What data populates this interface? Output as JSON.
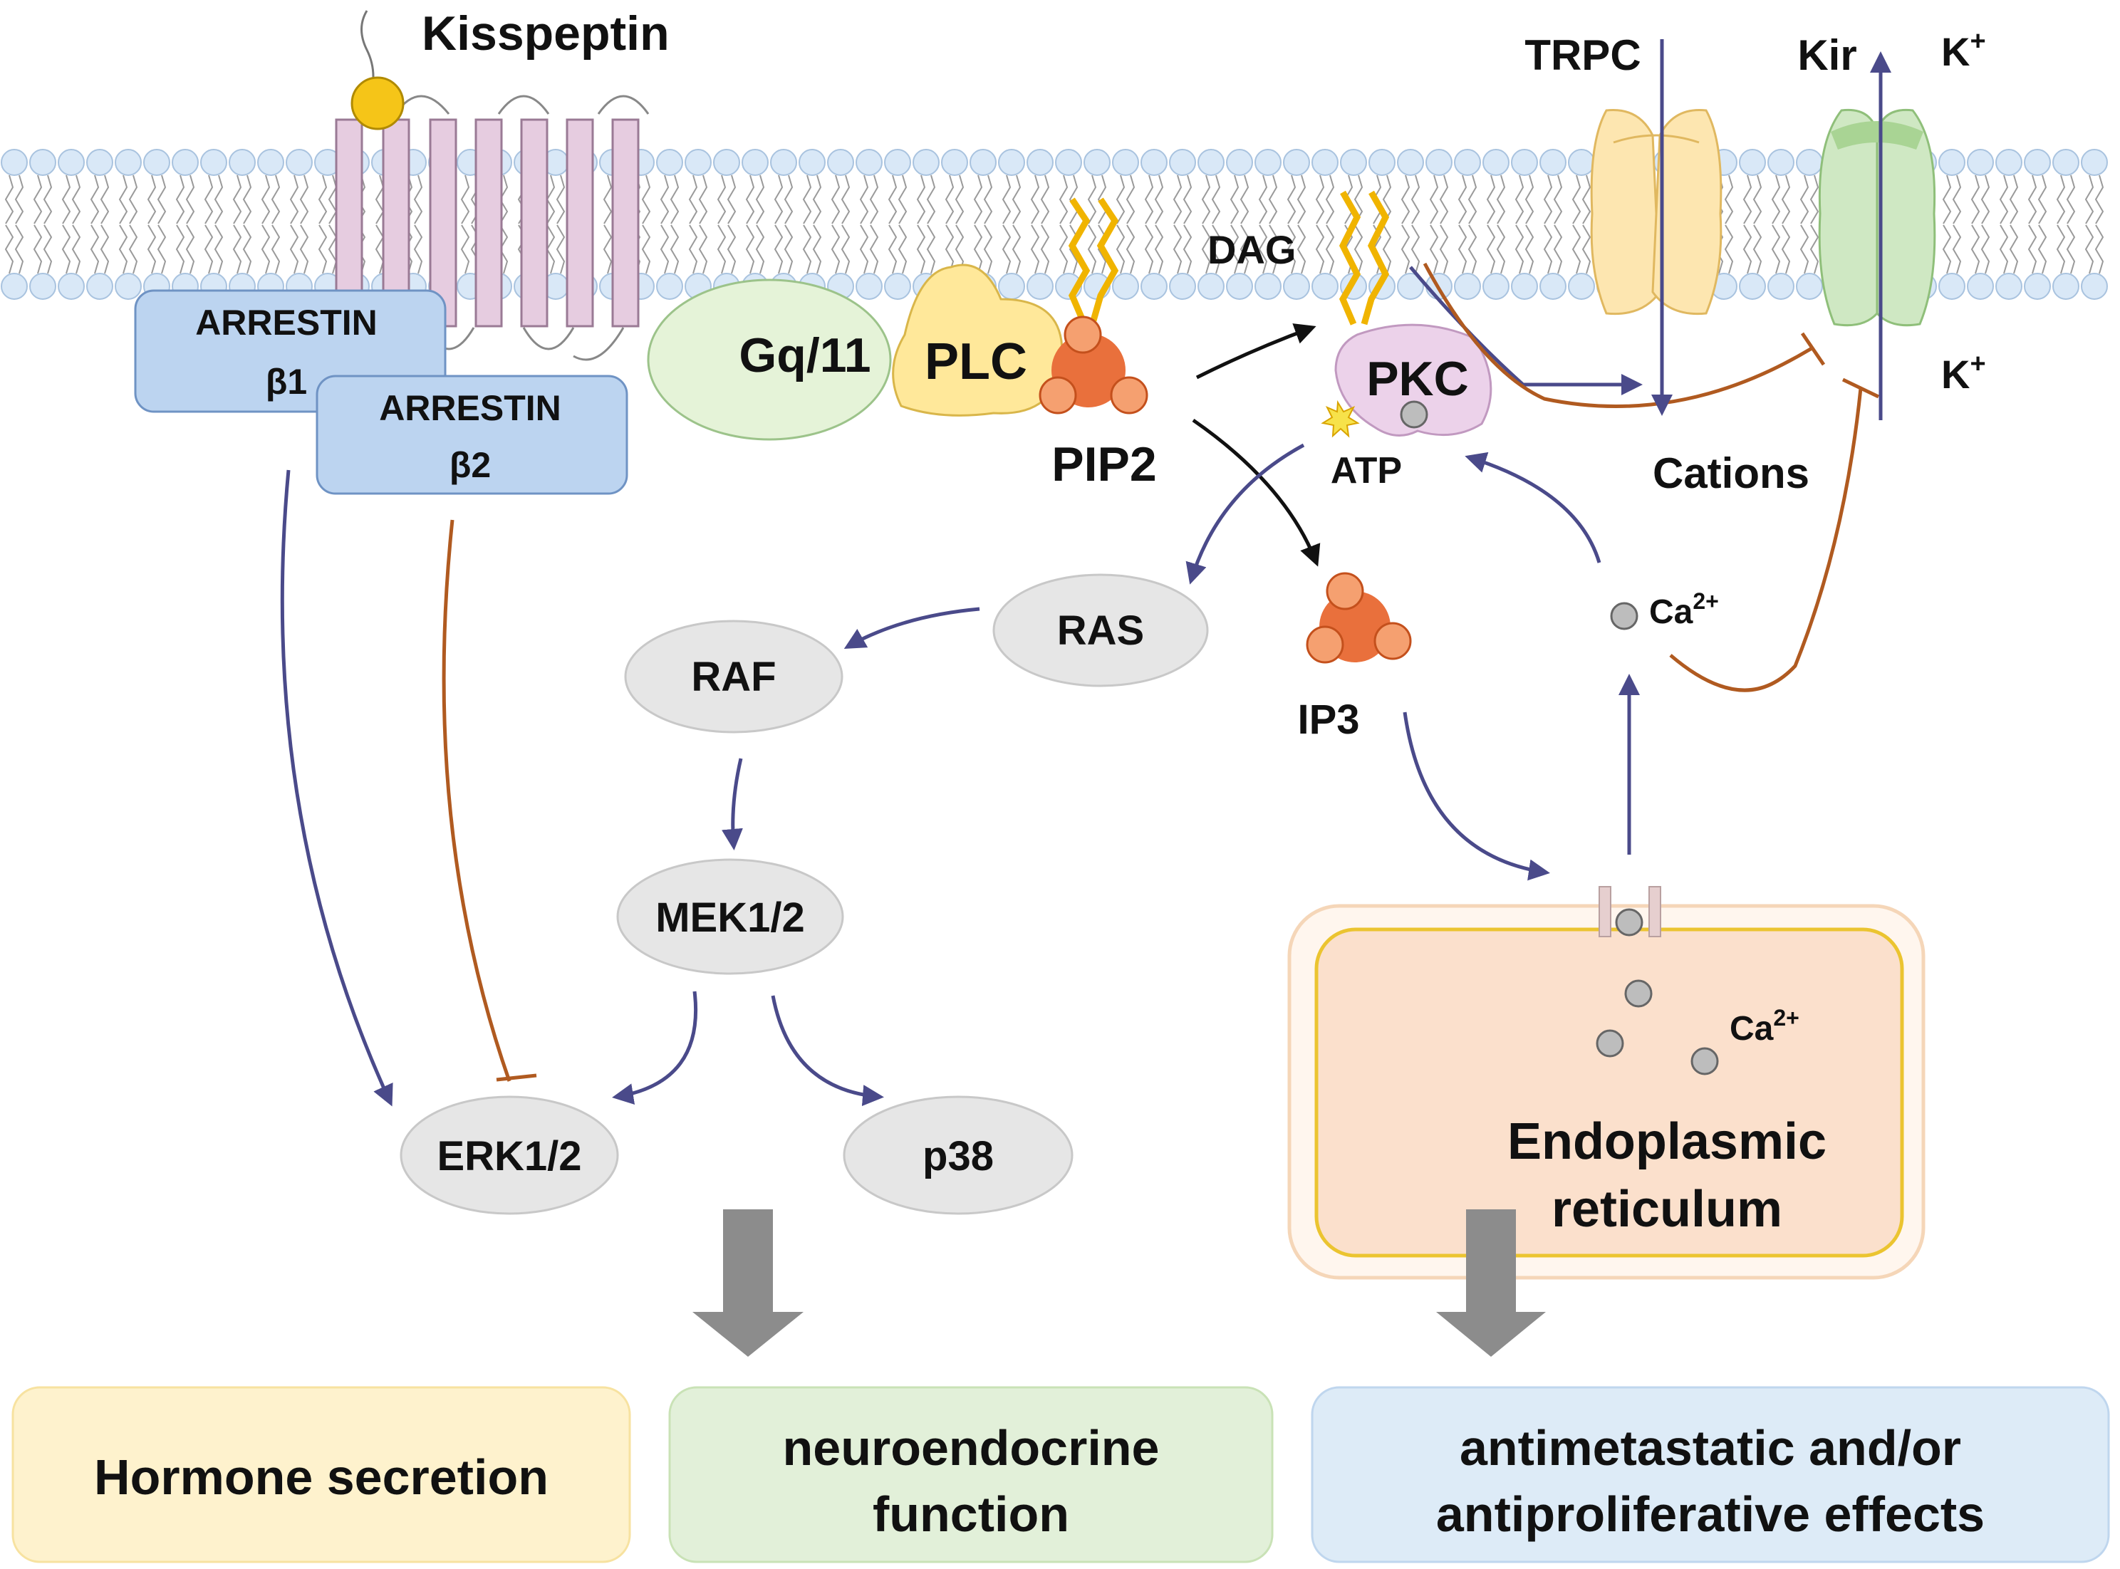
{
  "labels": {
    "kisspeptin": "Kisspeptin",
    "arrestin_b1_line1": "ARRESTIN",
    "arrestin_b1_line2": "β1",
    "arrestin_b2_line1": "ARRESTIN",
    "arrestin_b2_line2": "β2",
    "gq11": "Gq/11",
    "plc": "PLC",
    "pip2": "PIP2",
    "dag": "DAG",
    "pkc": "PKC",
    "atp": "ATP",
    "trpc": "TRPC",
    "kir": "Kir",
    "k_plus_top": "K",
    "k_plus_bottom": "K",
    "k_sup": "+",
    "cations": "Cations",
    "ca_cyto": "Ca",
    "ca_sup": "2+",
    "ca_er": "Ca",
    "ip3": "IP3",
    "ras": "RAS",
    "raf": "RAF",
    "mek": "MEK1/2",
    "erk": "ERK1/2",
    "p38": "p38",
    "er_line1": "Endoplasmic",
    "er_line2": "reticulum"
  },
  "outcomes": [
    {
      "lines": [
        "Hormone secretion"
      ]
    },
    {
      "lines": [
        "neuroendocrine",
        "function"
      ]
    },
    {
      "lines": [
        "antimetastatic and/or",
        "antiproliferative effects"
      ]
    }
  ],
  "colors": {
    "membrane_head": "#d9e8f7",
    "membrane_outline": "#a9c3df",
    "receptor": "#e6cce0",
    "arrestin": "#bcd4f0",
    "gq": "#e5f3d8",
    "plc": "#ffe89a",
    "pip2": "#e9703c",
    "pkc": "#ecd2ea",
    "trpc": "#fde6b0",
    "kir": "#cfe8c3",
    "node": "#e6e6e6",
    "er_fill": "#fbe0cc",
    "arrow_activate": "#4a4a8a",
    "arrow_inhibit": "#b05a20",
    "arrow_black": "#111111",
    "outcome_hormone": "#fef2cd",
    "outcome_neuro": "#e2f0d9",
    "outcome_anti": "#ddebf7"
  }
}
